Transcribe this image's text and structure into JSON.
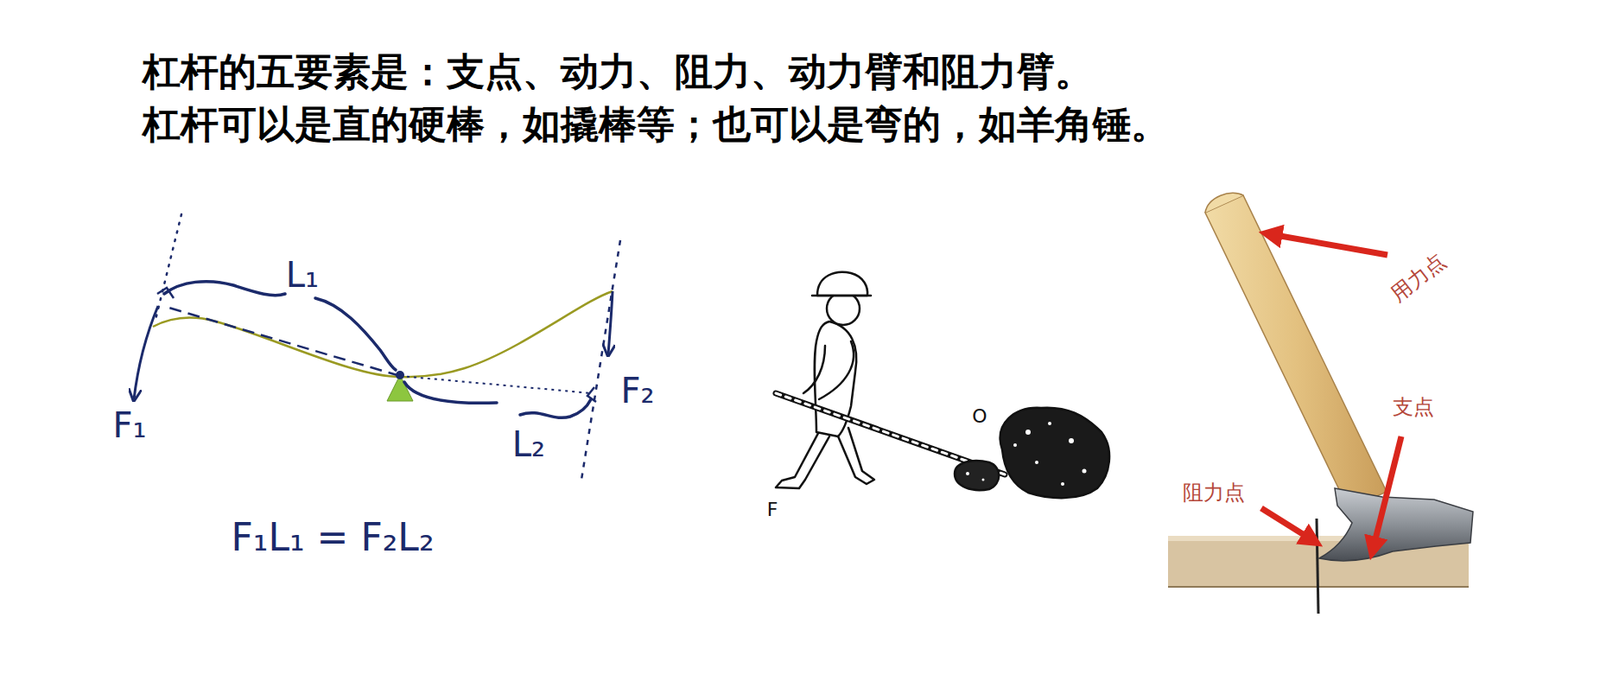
{
  "diagram": {
    "title": "杠杆的五要素是：支点、动力、阻力、动力臂和阻力臂。",
    "labels": [
      "杠杆可以是直的硬棒，如撬棒等；也可以是弯的，如羊角锤。",
      "L₁",
      "F₁",
      "F₂",
      "L₂",
      "F₁L₁ = F₂L₂",
      "F",
      "O",
      "用力点",
      "支点",
      "阻力点"
    ]
  }
}
